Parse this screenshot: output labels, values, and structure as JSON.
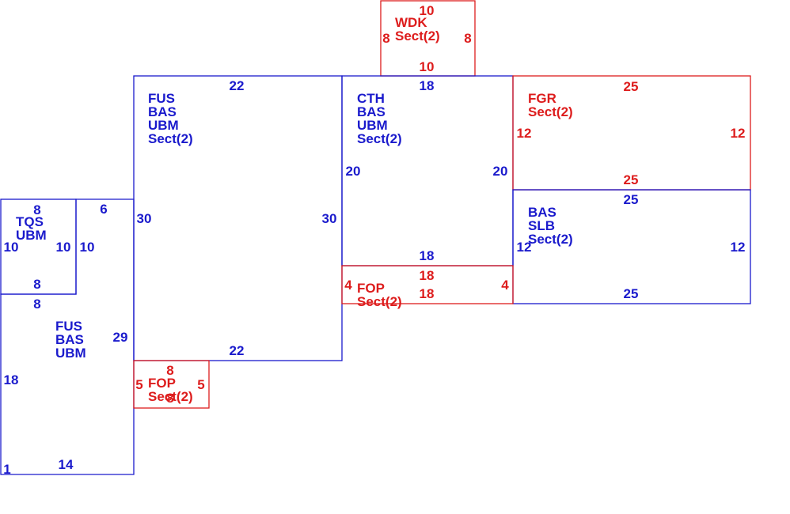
{
  "colors": {
    "blue": "#1a1acc",
    "red": "#dd1c1c"
  },
  "areas": {
    "wdk": {
      "lines": [
        "WDK",
        "Sect(2)"
      ],
      "top": "10",
      "bottom": "10",
      "left": "8",
      "right": "8"
    },
    "fus_main": {
      "lines": [
        "FUS",
        "BAS",
        "UBM",
        "Sect(2)"
      ],
      "top": "22",
      "bottom": "22",
      "left": "30",
      "right": "30"
    },
    "cth": {
      "lines": [
        "CTH",
        "BAS",
        "UBM",
        "Sect(2)"
      ],
      "top": "18",
      "bottom": "18",
      "left": "20",
      "right": "20"
    },
    "fgr": {
      "lines": [
        "FGR",
        "Sect(2)"
      ],
      "top": "25",
      "bottom": "25",
      "left": "12",
      "right": "12"
    },
    "bas_slb": {
      "lines": [
        "BAS",
        "SLB",
        "Sect(2)"
      ],
      "top": "25",
      "bottom": "25",
      "left": "12",
      "right": "12"
    },
    "fop_mid": {
      "lines": [
        "FOP",
        "Sect(2)"
      ],
      "top": "18",
      "bottom": "18",
      "left": "4",
      "right": "4"
    },
    "tqs": {
      "lines": [
        "TQS",
        "UBM"
      ],
      "top": "8",
      "bottom": "8",
      "left": "10",
      "right": "10"
    },
    "fus_left": {
      "lines": [
        "FUS",
        "BAS",
        "UBM"
      ],
      "top": "8",
      "bottom": "14",
      "left": "18",
      "right": "29",
      "right_upper": "10",
      "top_right": "6",
      "corner": "1"
    },
    "fop_low": {
      "lines": [
        "FOP",
        "Sect(2)"
      ],
      "top": "8",
      "bottom": "8",
      "left": "5",
      "right": "5"
    }
  }
}
